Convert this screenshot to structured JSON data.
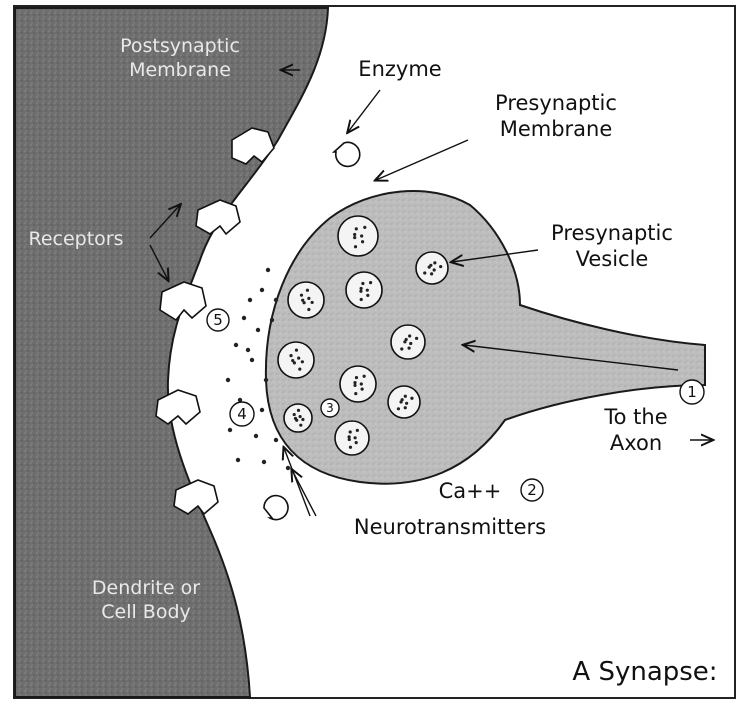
{
  "title": "A Synapse:",
  "labels": {
    "postsynaptic_membrane": [
      "Postsynaptic",
      "Membrane"
    ],
    "enzyme": "Enzyme",
    "presynaptic_membrane": [
      "Presynaptic",
      "Membrane"
    ],
    "receptors": "Receptors",
    "presynaptic_vesicle": [
      "Presynaptic",
      "Vesicle"
    ],
    "to_the_axon": [
      "To the",
      "Axon"
    ],
    "calcium": "Ca++",
    "neurotransmitters": "Neurotransmitters",
    "dendrite": [
      "Dendrite or",
      "Cell Body"
    ]
  },
  "steps": [
    "1",
    "2",
    "3",
    "4",
    "5"
  ],
  "colors": {
    "postsynaptic_fill": "#6e6e6e",
    "presynaptic_fill": "#b9b9b9",
    "outline": "#1a1a1a",
    "frame": "#222222"
  }
}
